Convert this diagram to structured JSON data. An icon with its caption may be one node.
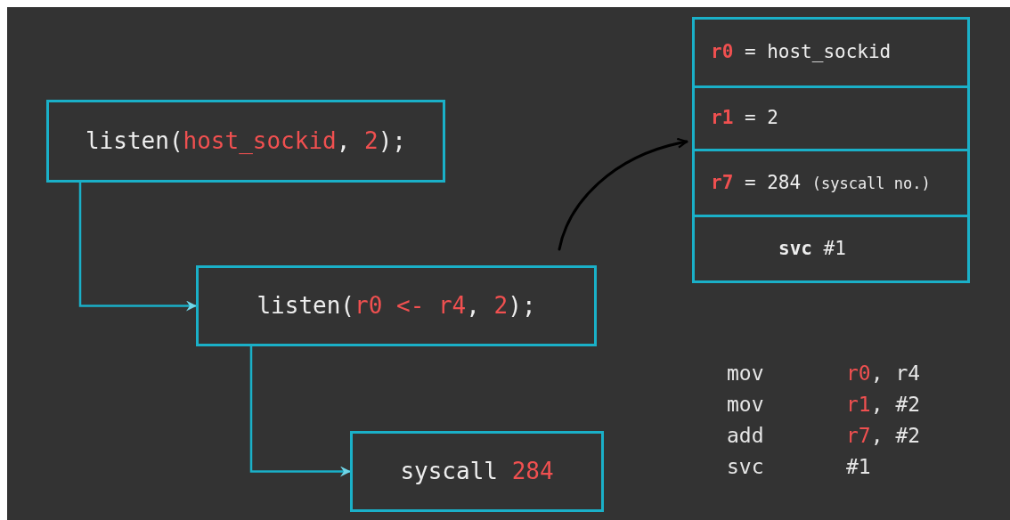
{
  "diagram": {
    "nodes": [
      {
        "text": [
          "listen(",
          "host_sockid",
          ", ",
          "2",
          ");"
        ]
      },
      {
        "text": [
          "listen(",
          "r0 <- r4",
          ", ",
          "2",
          ");"
        ]
      },
      {
        "text": [
          "syscall ",
          "284"
        ]
      },
      {
        "text": [],
        "shape": "box"
      },
      {
        "text": [
          "r0",
          "= host_sockid"
        ],
        "in": 3
      },
      {
        "text": [
          "r1",
          "= 2"
        ],
        "in": 3
      },
      {
        "text": [
          "r7",
          "= 284",
          "(syscall no.)"
        ],
        "in": 3
      },
      {
        "text": [
          "**svc** #1"
        ],
        "in": 3
      }
    ],
    "edges": [
      {
        "from": 0,
        "to": 1,
        "arrow": "to"
      },
      {
        "from": 1,
        "to": 2,
        "arrow": "to"
      },
      {
        "from": 1,
        "to": 3,
        "arrow": "to",
        "color": "#000000"
      }
    ],
    "labels": [
      "mov",
      "r0",
      ", r4",
      "mov",
      "r1",
      ", #2",
      "add",
      "r7",
      ", #2",
      "svc",
      "#1"
    ]
  }
}
